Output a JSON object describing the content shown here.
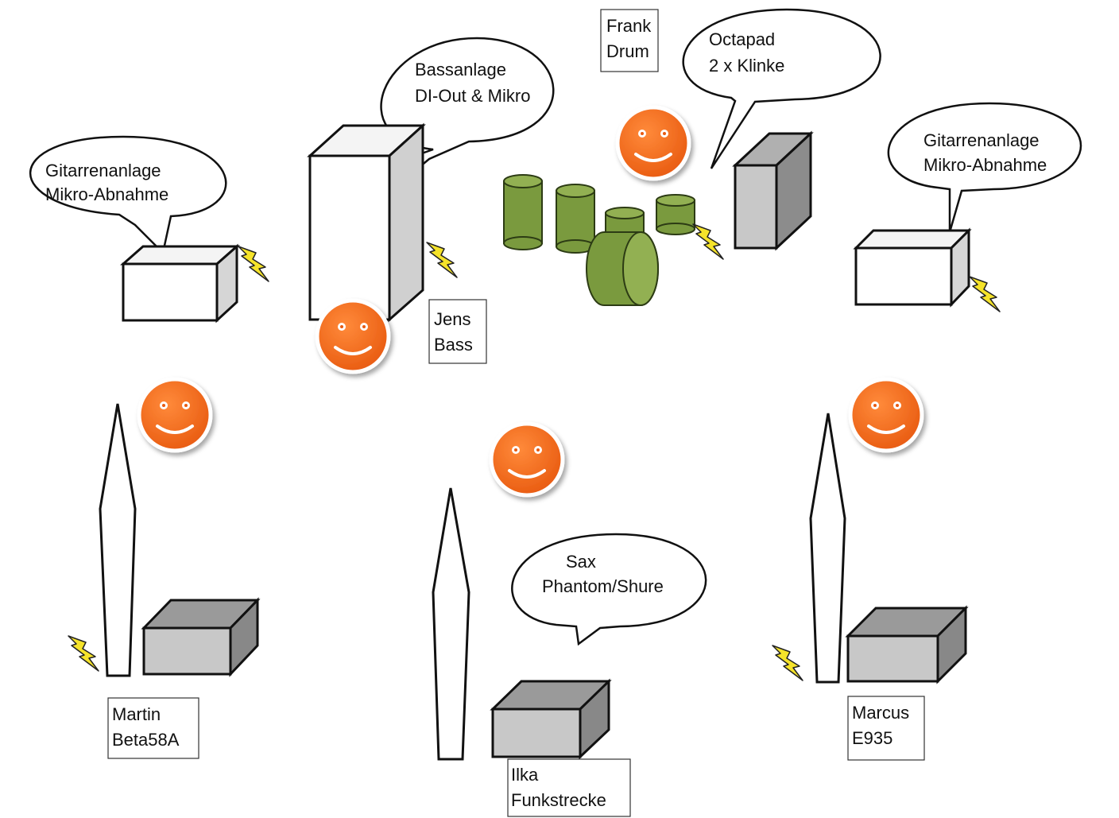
{
  "bubbles": {
    "bass": [
      "Bassanlage",
      "DI-Out & Mikro"
    ],
    "octapad": [
      "Octapad",
      "2 x Klinke"
    ],
    "guitar_left": [
      "Gitarrenanlage",
      "Mikro-Abnahme"
    ],
    "guitar_right": [
      "Gitarrenanlage",
      "Mikro-Abnahme"
    ],
    "sax": [
      "Sax",
      "Phantom/Shure"
    ]
  },
  "labels": {
    "drum": [
      "Frank",
      "Drum"
    ],
    "bass": [
      "Jens",
      "Bass"
    ],
    "martin": [
      "Martin",
      "Beta58A"
    ],
    "ilka": [
      "Ilka",
      "Funkstrecke"
    ],
    "marcus": [
      "Marcus",
      "E935"
    ]
  },
  "colors": {
    "smiley": "#f26a1b",
    "drum": "#7a9a3e",
    "box_white": "#ffffff",
    "box_gray": "#c8c8c8",
    "bolt": "#f5e32a"
  },
  "icons": [
    "smiley-icon",
    "bolt-icon",
    "monitor-wedge-icon",
    "mic-stand-icon"
  ]
}
